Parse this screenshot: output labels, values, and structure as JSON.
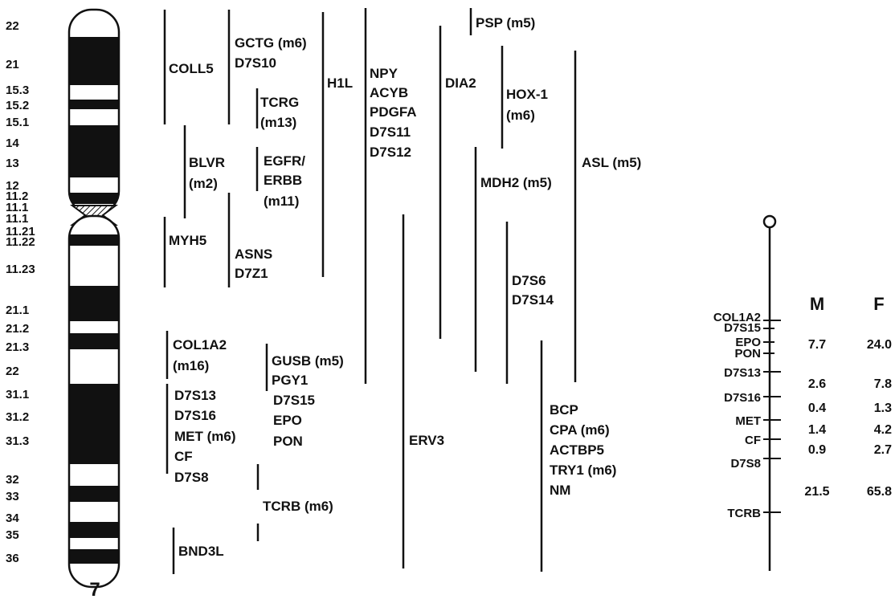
{
  "chromosome": {
    "number": "7",
    "band_labels": [
      "22",
      "21",
      "15.3",
      "15.2",
      "15.1",
      "14",
      "13",
      "12",
      "11.2",
      "11.1",
      "11.1",
      "11.21",
      "11.22",
      "11.23",
      "21.1",
      "21.2",
      "21.3",
      "22",
      "31.1",
      "31.2",
      "31.3",
      "32",
      "33",
      "34",
      "35",
      "36"
    ]
  },
  "gene_labels": {
    "coll5": "COLL5",
    "gctg": "GCTG (m6)",
    "d7s10": "D7S10",
    "h1l": "H1L",
    "npy": "NPY",
    "acyb": "ACYB",
    "pdgfa": "PDGFA",
    "d7s11": "D7S11",
    "d7s12": "D7S12",
    "dia2": "DIA2",
    "psp": "PSP (m5)",
    "hox1a": "HOX-1",
    "hox1b": "(m6)",
    "tcrg_a": "TCRG",
    "tcrg_b": "(m13)",
    "blvr_a": "BLVR",
    "blvr_b": "(m2)",
    "egfr_a": "EGFR/",
    "egfr_b": "ERBB",
    "egfr_c": "(m11)",
    "asl": "ASL (m5)",
    "mdh2": "MDH2 (m5)",
    "myh5": "MYH5",
    "asns": "ASNS",
    "d7z1": "D7Z1",
    "d7s6": "D7S6",
    "d7s14": "D7S14",
    "col1a2_a": "COL1A2",
    "col1a2_b": "(m16)",
    "gusb": "GUSB (m5)",
    "pgy1": "PGY1",
    "d7s15": "D7S15",
    "epo": "EPO",
    "pon": "PON",
    "d7s13": "D7S13",
    "d7s16": "D7S16",
    "met": "MET (m6)",
    "cf": "CF",
    "d7s8": "D7S8",
    "erv3": "ERV3",
    "bcp": "BCP",
    "cpa": "CPA (m6)",
    "actbp5": "ACTBP5",
    "try1": "TRY1 (m6)",
    "nm": "NM",
    "tcrb": "TCRB (m6)",
    "bnd3l": "BND3L"
  },
  "linkage_map": {
    "header_m": "M",
    "header_f": "F",
    "markers": [
      "COL1A2",
      "D7S15",
      "EPO",
      "PON",
      "D7S13",
      "D7S16",
      "MET",
      "CF",
      "D7S8",
      "TCRB"
    ],
    "m_values": [
      "7.7",
      "2.6",
      "0.4",
      "1.4",
      "0.9",
      "21.5"
    ],
    "f_values": [
      "24.0",
      "7.8",
      "1.3",
      "4.2",
      "2.7",
      "65.8"
    ]
  }
}
